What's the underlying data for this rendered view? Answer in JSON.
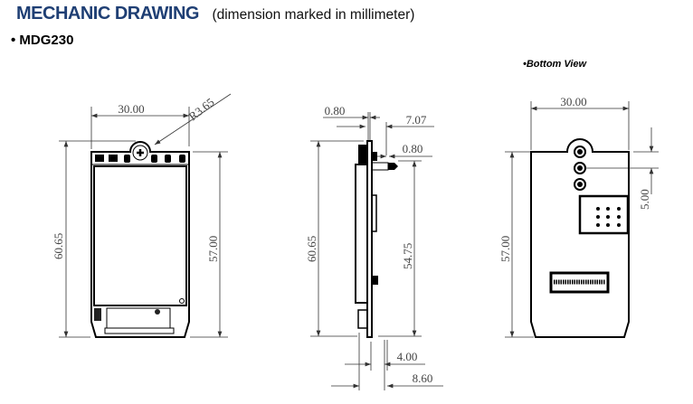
{
  "header": {
    "title": "MECHANIC DRAWING",
    "subtitle": "(dimension marked in millimeter)",
    "model": "• MDG230"
  },
  "front_view": {
    "width": "30.00",
    "radius": "R3.65",
    "total_height": "60.65",
    "body_height": "57.00"
  },
  "side_view": {
    "top_offset": "0.80",
    "pin_length": "7.07",
    "pin_offset": "0.80",
    "total_height": "60.65",
    "pin_to_bottom": "54.75",
    "thickness": "4.00",
    "total_depth": "8.60"
  },
  "bottom_view": {
    "label": "•Bottom View",
    "width": "30.00",
    "height": "57.00",
    "hole_pitch": "5.00"
  }
}
